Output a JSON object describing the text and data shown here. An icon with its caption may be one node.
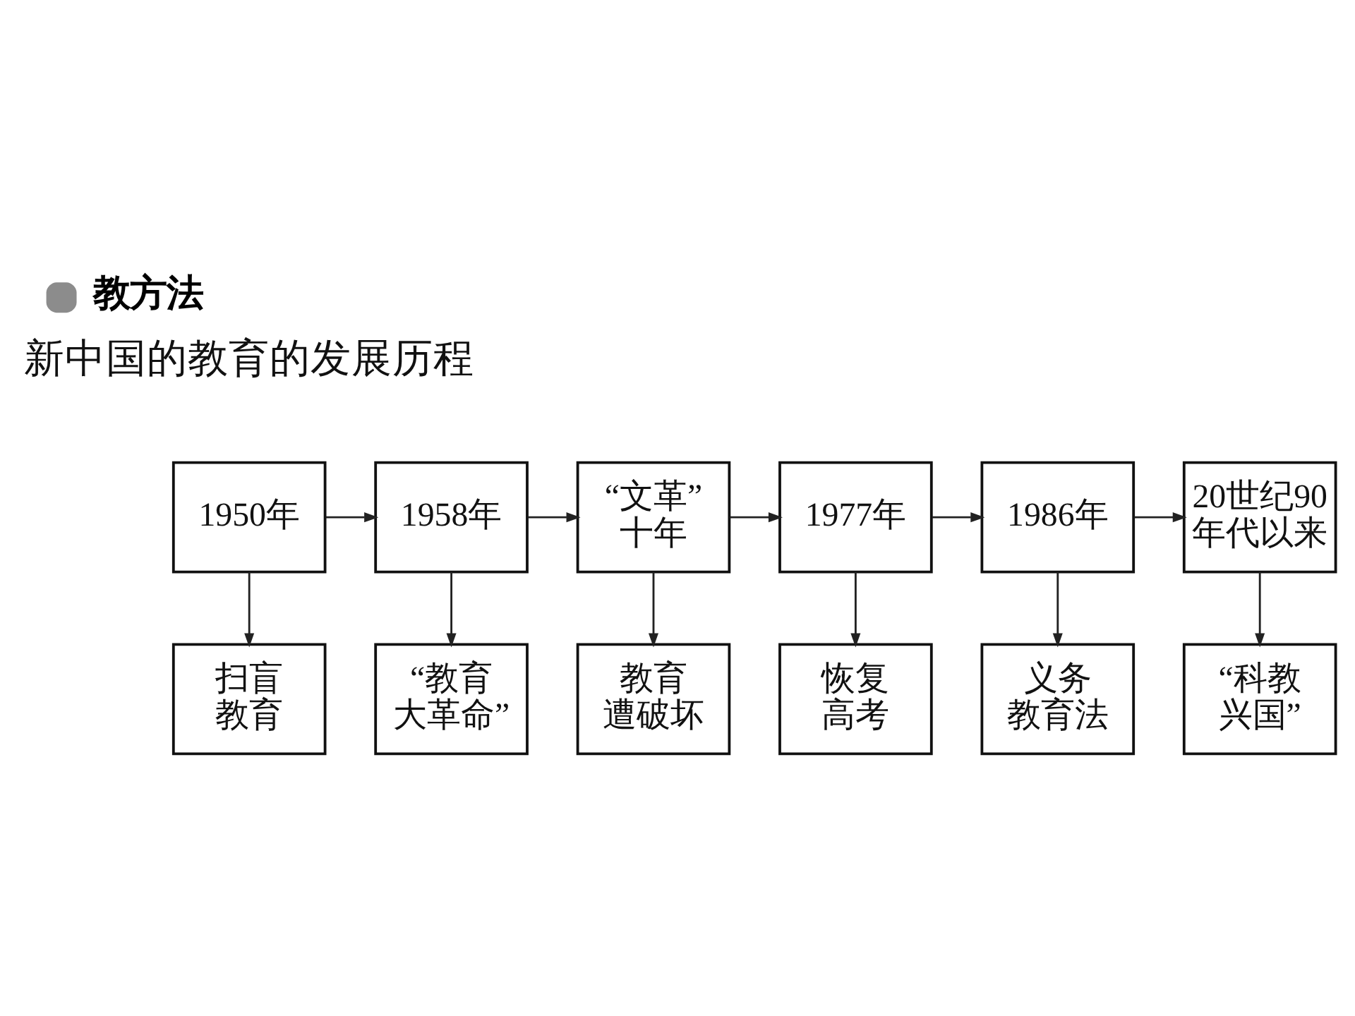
{
  "diagram": {
    "title": "教方法",
    "nodes": [
      {
        "text": [
          "1950年"
        ]
      },
      {
        "text": [
          "1958年"
        ]
      },
      {
        "text": [
          "“文革”十年"
        ]
      },
      {
        "text": [
          "1977年"
        ]
      },
      {
        "text": [
          "1986年"
        ]
      },
      {
        "text": [
          "20世纪90年代以来"
        ]
      },
      {
        "text": [
          "扫盲教育"
        ]
      },
      {
        "text": [
          "“教育大革命”"
        ]
      },
      {
        "text": [
          "教育遭破坏"
        ]
      },
      {
        "text": [
          "恢复高考"
        ]
      },
      {
        "text": [
          "义务教育法"
        ]
      },
      {
        "text": [
          "“科教兴国”"
        ]
      }
    ],
    "edges": [
      {
        "from": 0,
        "to": 1,
        "arrow": "to"
      },
      {
        "from": 1,
        "to": 2,
        "arrow": "to"
      },
      {
        "from": 2,
        "to": 3,
        "arrow": "to"
      },
      {
        "from": 3,
        "to": 4,
        "arrow": "to"
      },
      {
        "from": 4,
        "to": 5,
        "arrow": "to"
      },
      {
        "from": 0,
        "to": 6,
        "arrow": "to"
      },
      {
        "from": 1,
        "to": 7,
        "arrow": "to"
      },
      {
        "from": 2,
        "to": 8,
        "arrow": "to"
      },
      {
        "from": 3,
        "to": 9,
        "arrow": "to"
      },
      {
        "from": 4,
        "to": 10,
        "arrow": "to"
      },
      {
        "from": 5,
        "to": 11,
        "arrow": "to"
      }
    ],
    "labels": [
      "新中国的教育的发展历程"
    ]
  }
}
